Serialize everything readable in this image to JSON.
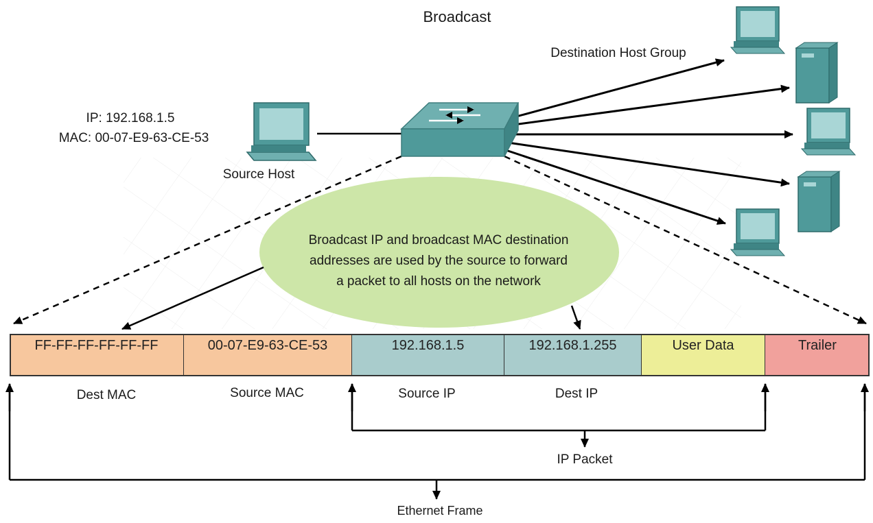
{
  "title": "Broadcast",
  "destination_group_label": "Destination Host Group",
  "source": {
    "ip_label": "IP: 192.168.1.5",
    "mac_label": "MAC: 00-07-E9-63-CE-53",
    "name": "Source Host"
  },
  "callout": {
    "line1": "Broadcast IP and broadcast MAC destination",
    "line2": "addresses are used by the source to forward",
    "line3": "a packet to all hosts on the network"
  },
  "frame_fields": [
    {
      "value": "FF-FF-FF-FF-FF-FF",
      "label": "Dest MAC",
      "color": "#f7c79e"
    },
    {
      "value": "00-07-E9-63-CE-53",
      "label": "Source MAC",
      "color": "#f7c79e"
    },
    {
      "value": "192.168.1.5",
      "label": "Source IP",
      "color": "#a9cccc"
    },
    {
      "value": "192.168.1.255",
      "label": "Dest IP",
      "color": "#a9cccc"
    },
    {
      "value": "User Data",
      "label": "",
      "color": "#edee98"
    },
    {
      "value": "Trailer",
      "label": "",
      "color": "#f1a19c"
    }
  ],
  "ip_packet_label": "IP Packet",
  "ethernet_frame_label": "Ethernet Frame",
  "colors": {
    "device": "#4f9a9a",
    "callout": "#cde6a8"
  }
}
